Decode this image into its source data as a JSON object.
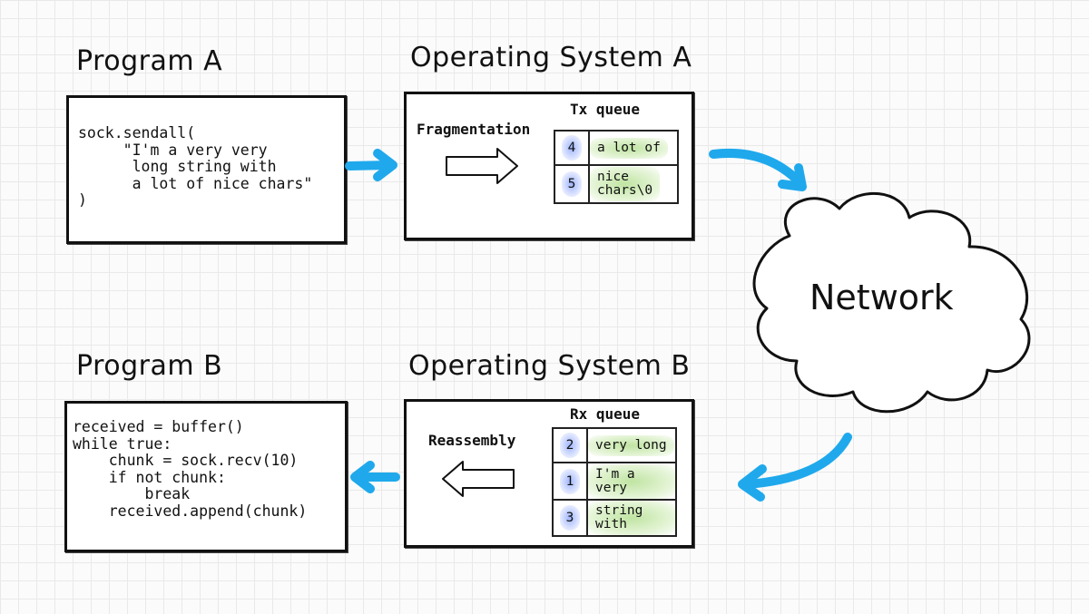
{
  "program_a": {
    "title": "Program A",
    "code": "sock.sendall(\n     \"I'm a very very\n      long string with\n      a lot of nice chars\"\n)"
  },
  "os_a": {
    "title": "Operating System A",
    "process_label": "Fragmentation",
    "queue_label": "Tx queue",
    "queue": [
      {
        "index": "4",
        "data": "a lot of"
      },
      {
        "index": "5",
        "data": "nice\nchars\\0"
      }
    ]
  },
  "network": {
    "label": "Network"
  },
  "program_b": {
    "title": "Program B",
    "code": "received = buffer()\nwhile true:\n    chunk = sock.recv(10)\n    if not chunk:\n        break\n    received.append(chunk)"
  },
  "os_b": {
    "title": "Operating System B",
    "process_label": "Reassembly",
    "queue_label": "Rx queue",
    "queue": [
      {
        "index": "2",
        "data": "very long"
      },
      {
        "index": "1",
        "data": "I'm a very"
      },
      {
        "index": "3",
        "data": "string with"
      }
    ]
  },
  "colors": {
    "flow_arrow": "#1fa9ec",
    "index_highlight": "#6f8cff",
    "data_highlight": "#a6d77f",
    "grid": "#e9e9e9"
  }
}
